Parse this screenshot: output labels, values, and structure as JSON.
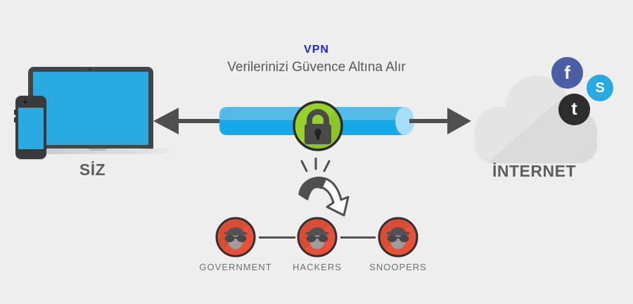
{
  "title": {
    "badge": "VPN",
    "subtitle": "Verilerinizi Güvence Altına Alır"
  },
  "you": {
    "label": "SİZ"
  },
  "internet": {
    "label": "İNTERNET"
  },
  "social": {
    "facebook": {
      "glyph": "f",
      "color": "#4a5fa5"
    },
    "skype": {
      "glyph": "S",
      "color": "#27a9e1"
    },
    "twitter": {
      "glyph": "t",
      "color": "#2d2d2d"
    }
  },
  "threats": {
    "items": [
      {
        "label": "GOVERNMENT"
      },
      {
        "label": "HACKERS"
      },
      {
        "label": "SNOOPERS"
      }
    ]
  },
  "colors": {
    "background": "#eeeeef",
    "device_screen_blue": "#29abe2",
    "tunnel_blue": "#17a8ea",
    "lock_green": "#96d229",
    "threat_red": "#e85138",
    "vpn_text_blue": "#2323dd",
    "label_gray": "#5e5e5e",
    "arrow_gray": "#4f4f4f"
  }
}
